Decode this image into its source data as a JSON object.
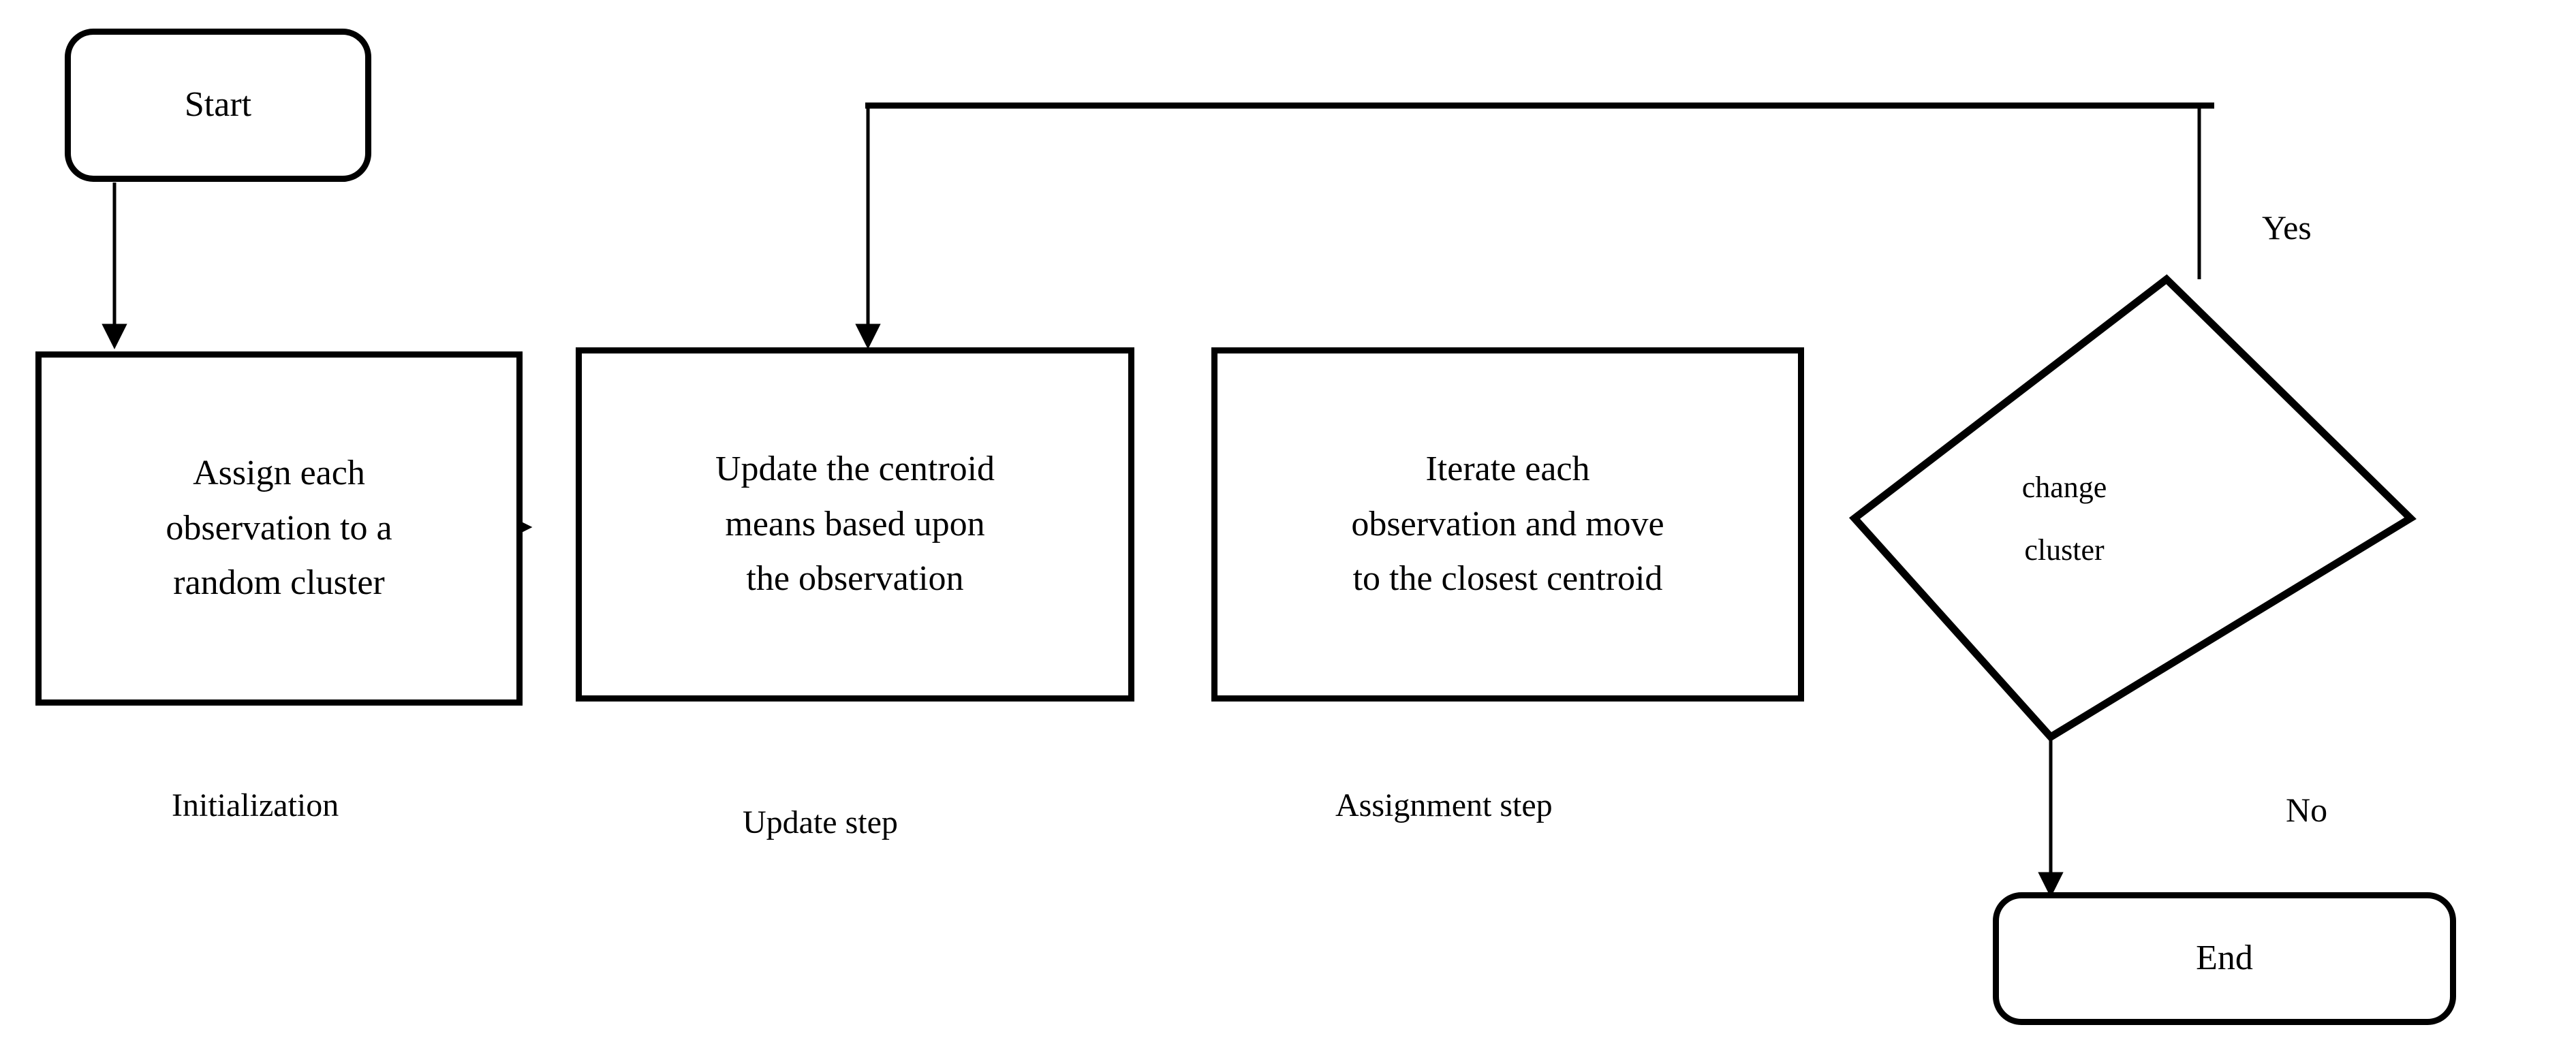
{
  "diagram": {
    "title": "k-means clustering algorithm flowchart",
    "background_color": "#ffffff",
    "stroke_color": "#000000"
  },
  "nodes": {
    "start": {
      "label": "Start",
      "shape": "terminator"
    },
    "initialization": {
      "label": "Assign each\nobservation to a\nrandom cluster",
      "shape": "process"
    },
    "update": {
      "label": "Update the centroid\nmeans based upon\nthe observation",
      "shape": "process"
    },
    "assignment": {
      "label": "Iterate each\nobservation and move\nto the closest centroid",
      "shape": "process"
    },
    "decision": {
      "label": "change\ncluster",
      "shape": "diamond"
    },
    "end": {
      "label": "End",
      "shape": "terminator"
    }
  },
  "captions": {
    "initialization": "Initialization",
    "update": "Update step",
    "assignment": "Assignment step"
  },
  "edge_labels": {
    "yes": "Yes",
    "no": "No"
  }
}
